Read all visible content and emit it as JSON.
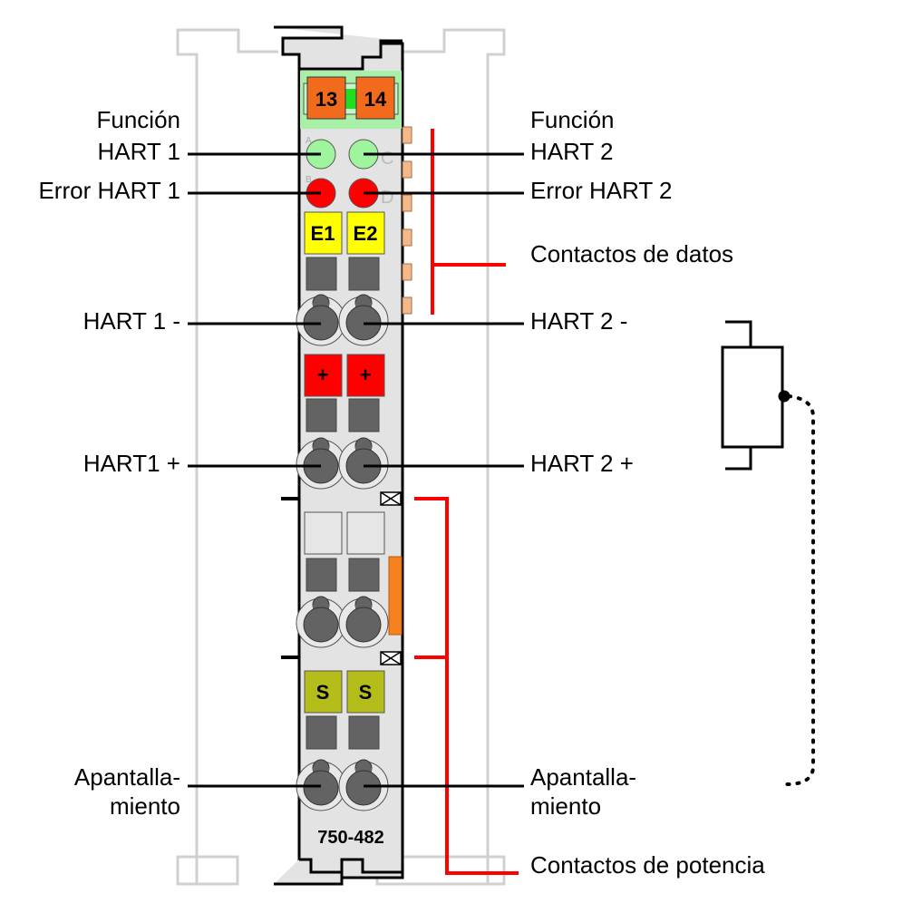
{
  "module": {
    "part_number": "750-482",
    "terminal_ids": [
      "13",
      "14"
    ],
    "led_letters": [
      "A",
      "B",
      "C",
      "D"
    ],
    "top_markers": [
      "E1",
      "E2"
    ],
    "plus_markers": [
      "+",
      "+"
    ],
    "shield_markers": [
      "S",
      "S"
    ]
  },
  "labels": {
    "funcion_hart1": [
      "Función",
      "HART 1"
    ],
    "funcion_hart2": [
      "Función",
      "HART 2"
    ],
    "error_hart1": "Error HART 1",
    "error_hart2": "Error HART 2",
    "contactos_datos": "Contactos de datos",
    "hart1_minus": "HART 1 -",
    "hart2_minus": "HART 2 -",
    "hart1_plus": "HART1 +",
    "hart2_plus": "HART 2 +",
    "apantallamiento_left": [
      "Apantalla-",
      "miento"
    ],
    "apantallamiento_right": [
      "Apantalla-",
      "miento"
    ],
    "contactos_potencia": "Contactos de potencia"
  },
  "colors": {
    "led_green": "#9ef59e",
    "led_red": "#ff0000",
    "marker_yellow": "#ffff00",
    "marker_red": "#ff0000",
    "marker_olive": "#b5bd1a",
    "terminal_orange": "#f26b1d",
    "header_green": "#a8f0a8",
    "bracket_red": "#ff0000"
  }
}
